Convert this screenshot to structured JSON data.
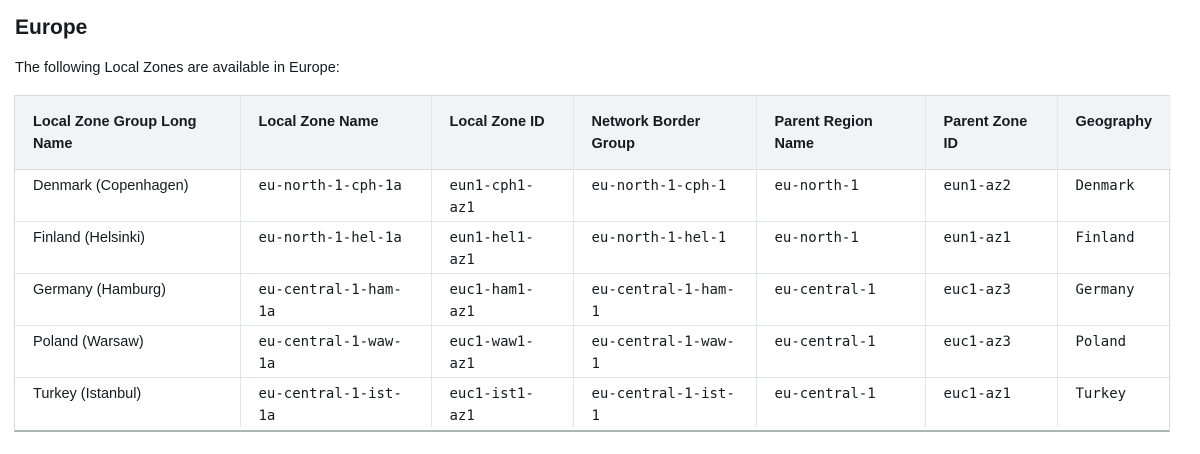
{
  "page": {
    "title": "Europe",
    "intro": "The following Local Zones are available in Europe:"
  },
  "table": {
    "headers": [
      "Local Zone Group Long Name",
      "Local Zone Name",
      "Local Zone ID",
      "Network Border Group",
      "Parent Region Name",
      "Parent Zone ID",
      "Geography"
    ],
    "rows": [
      [
        "Denmark (Copenhagen)",
        "eu-north-1-cph-1a",
        "eun1-cph1-az1",
        "eu-north-1-cph-1",
        "eu-north-1",
        "eun1-az2",
        "Denmark"
      ],
      [
        "Finland (Helsinki)",
        "eu-north-1-hel-1a",
        "eun1-hel1-az1",
        "eu-north-1-hel-1",
        "eu-north-1",
        "eun1-az1",
        "Finland"
      ],
      [
        "Germany (Hamburg)",
        "eu-central-1-ham-1a",
        "euc1-ham1-az1",
        "eu-central-1-ham-1",
        "eu-central-1",
        "euc1-az3",
        "Germany"
      ],
      [
        "Poland (Warsaw)",
        "eu-central-1-waw-1a",
        "euc1-waw1-az1",
        "eu-central-1-waw-1",
        "eu-central-1",
        "euc1-az3",
        "Poland"
      ],
      [
        "Turkey (Istanbul)",
        "eu-central-1-ist-1a",
        "euc1-ist1-az1",
        "eu-central-1-ist-1",
        "eu-central-1",
        "euc1-az1",
        "Turkey"
      ]
    ]
  }
}
